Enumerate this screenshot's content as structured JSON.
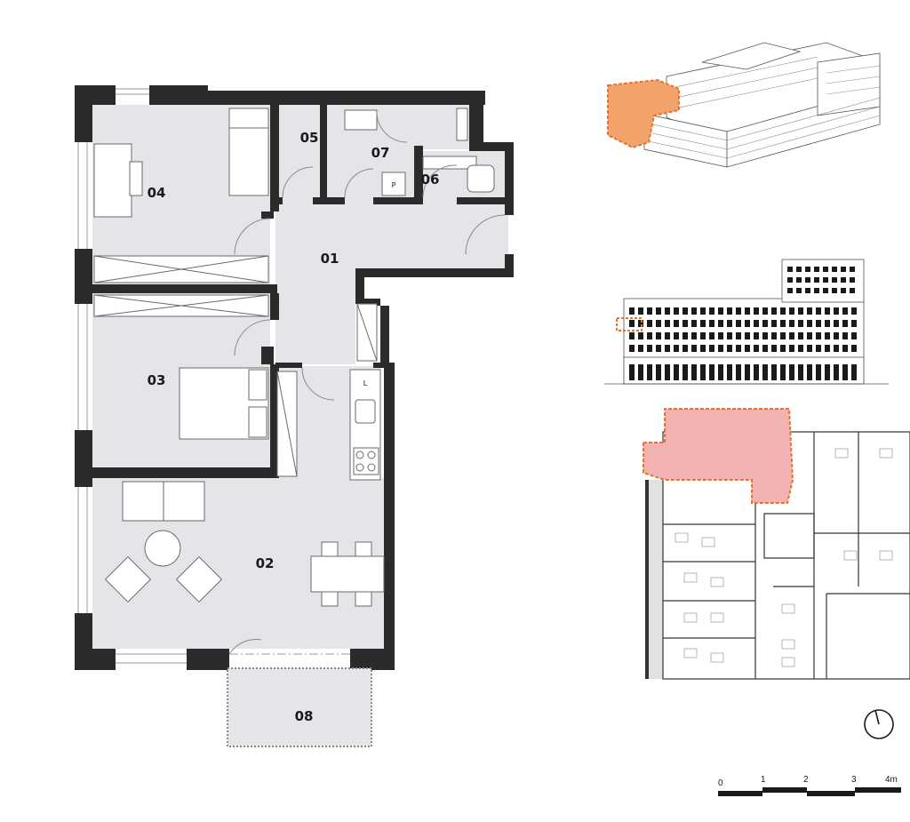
{
  "rooms": {
    "r01": "01",
    "r02": "02",
    "r03": "03",
    "r04": "04",
    "r05": "05",
    "r06": "06",
    "r07": "07",
    "r08": "08"
  },
  "fixtures": {
    "parking_p": "P",
    "laundry_l": "L"
  },
  "scale_bar": {
    "labels": [
      "0",
      "1",
      "2",
      "3",
      "4m"
    ]
  },
  "colors": {
    "floor": "#e4e5e9",
    "wall": "#2b2b2b",
    "highlight_iso": "#f2a36a",
    "highlight_plan": "#f4b3b3",
    "highlight_outline": "#e8732e"
  },
  "icons": {
    "north": "north-arrow-icon"
  }
}
